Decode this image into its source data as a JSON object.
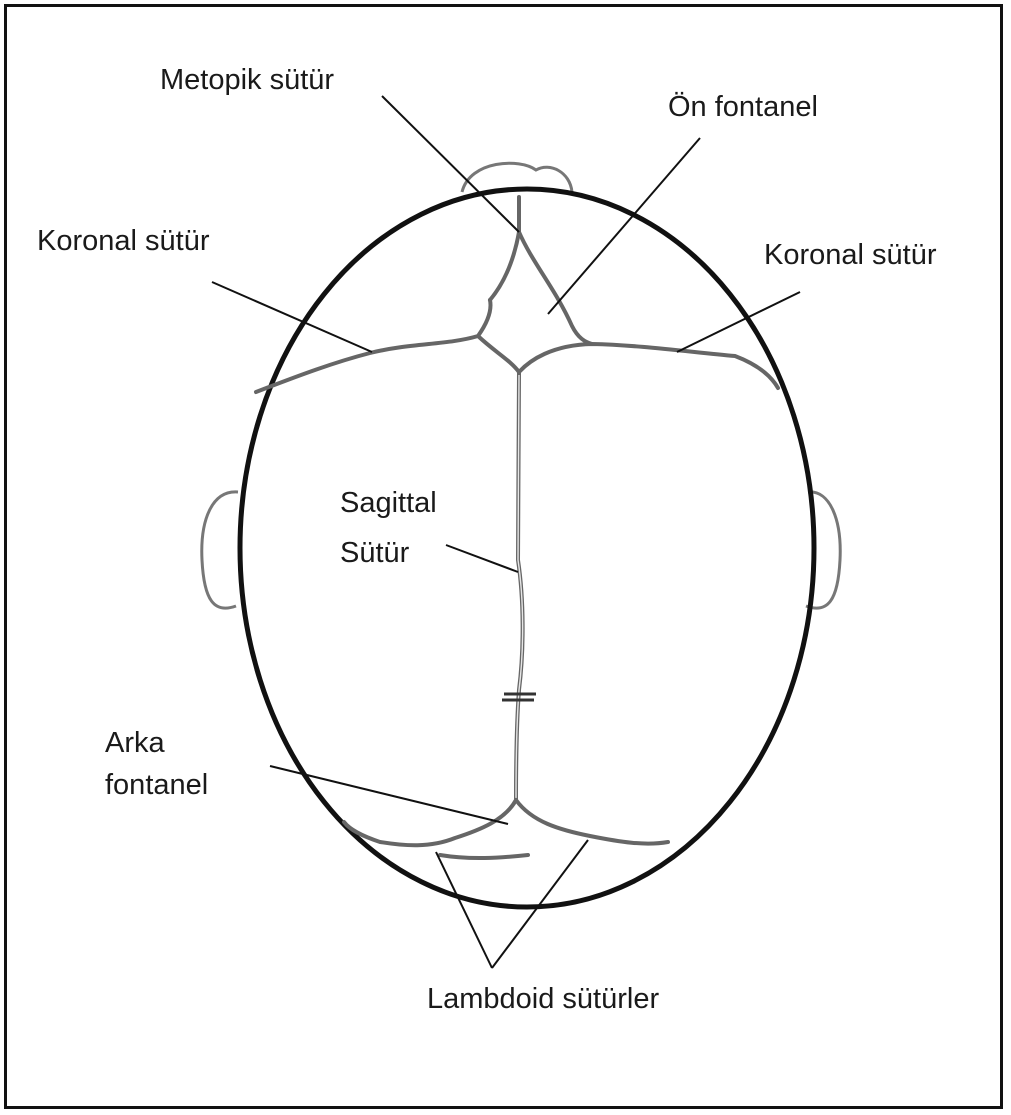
{
  "labels": {
    "metopik": "Metopik sütür",
    "on_fontanel": "Ön fontanel",
    "koronal_left": "Koronal sütür",
    "koronal_right": "Koronal sütür",
    "sagittal_line1": "Sagittal",
    "sagittal_line2": "Sütür",
    "arka_line1": "Arka",
    "arka_line2": "fontanel",
    "lambdoid": "Lambdoid sütürler"
  },
  "colors": {
    "outline": "#111111",
    "suture": "#666666",
    "text": "#1a1a1a"
  }
}
